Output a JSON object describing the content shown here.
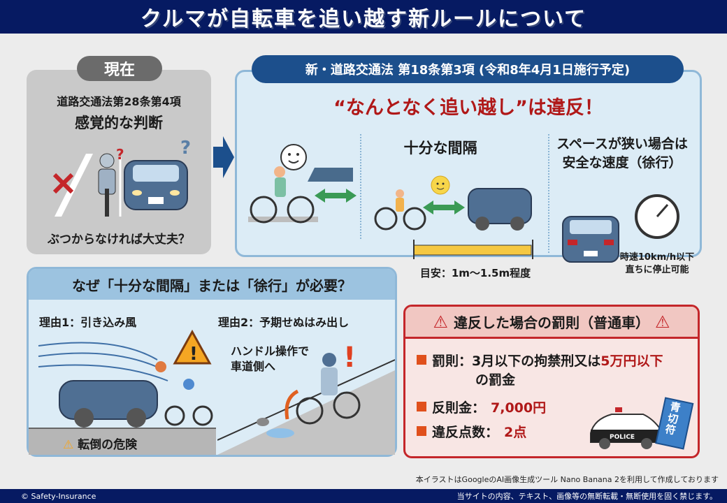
{
  "header": {
    "title": "クルマが自転車を追い越す新ルールについて"
  },
  "current": {
    "badge": "現在",
    "law": "道路交通法第28条第4項",
    "judgement": "感覚的な判断",
    "question": "ぶつからなければ大丈夫？"
  },
  "new_law": {
    "badge": "新・道路交通法 第18条第3項 (令和8年4月1日施行予定)",
    "violation": "“なんとなく追い越し”は違反！",
    "gap": {
      "title": "十分な間隔",
      "note": "目安：1m〜1.5m程度"
    },
    "slow": {
      "title_line1": "スペースが狭い場合は",
      "title_line2": "安全な速度（徐行）",
      "note_line1": "時速10km/h以下",
      "note_line2": "直ちに停止可能"
    }
  },
  "why": {
    "title": "なぜ「十分な間隔」または「徐行」が必要？",
    "reason1": {
      "label": "理由1：引き込み風",
      "danger": "転倒の危険"
    },
    "reason2": {
      "label": "理由2：予期せぬはみ出し",
      "note_line1": "ハンドル操作で",
      "note_line2": "車道側へ"
    }
  },
  "penalty": {
    "title": "違反した場合の罰則（普通車）",
    "items": [
      {
        "label": "罰則：3月以下の拘禁刑又は",
        "highlight": "5万円以下",
        "cont": "の罰金"
      },
      {
        "label": "反則金：",
        "highlight": "7,000円"
      },
      {
        "label": "違反点数：",
        "highlight": "2点"
      }
    ],
    "police_label": "POLICE",
    "ticket_label": "青切符"
  },
  "credit": "本イラストはGoogleのAI画像生成ツール Nano Banana 2を利用して作成しております",
  "footer": {
    "copyright": "© Safety-Insurance",
    "notice": "当サイトの内容、テキスト、画像等の無断転載・無断使用を固く禁じます。"
  },
  "colors": {
    "navy": "#061a62",
    "law_blue": "#1c4f8c",
    "violation_red": "#b01818",
    "panel_blue": "#dcecf6",
    "penalty_bg": "#f8e6e4"
  }
}
